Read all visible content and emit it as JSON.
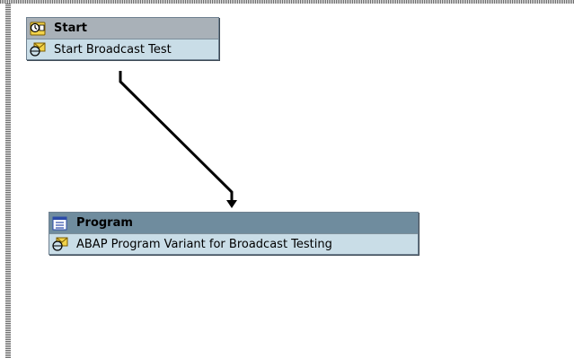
{
  "workflow": {
    "start_node": {
      "title": "Start",
      "step": "Start Broadcast Test",
      "icons": {
        "title": "clock-icon",
        "step": "event-envelope-icon"
      }
    },
    "program_node": {
      "title": "Program",
      "step": "ABAP Program Variant for Broadcast Testing",
      "icons": {
        "title": "program-list-icon",
        "step": "event-envelope-icon"
      }
    }
  },
  "colors": {
    "node_body": "#c9dde7",
    "start_header": "#a9b1b8",
    "program_header": "#6f8c9e",
    "connector": "#000000"
  }
}
